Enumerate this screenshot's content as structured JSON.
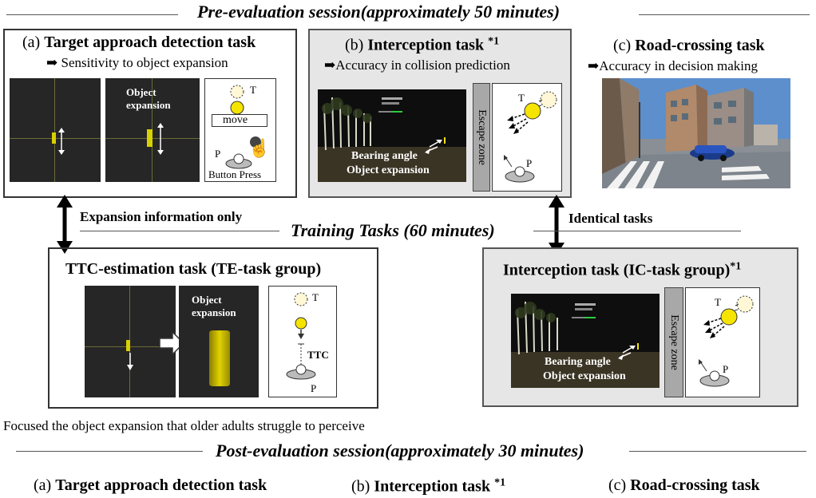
{
  "pre_session": {
    "title": "Pre-evaluation session(approximately 50 minutes)"
  },
  "panel_a": {
    "prefix": "(a)",
    "title": "Target approach detection task",
    "subtitle": "Sensitivity to object expansion",
    "object_expansion": "Object expansion",
    "t_label": "T",
    "move_label": "move",
    "p_label": "P",
    "button_label": "Button Press"
  },
  "panel_b": {
    "prefix": "(b)",
    "title": "Interception task",
    "note": "*1",
    "subtitle": "Accuracy in collision prediction",
    "bearing": "Bearing angle",
    "expansion": "Object expansion",
    "escape_zone": "Escape zone",
    "t_label": "T",
    "p_label": "P"
  },
  "panel_c": {
    "prefix": "(c)",
    "title": "Road-crossing task",
    "subtitle": "Accuracy in decision making"
  },
  "links": {
    "left": "Expansion information only",
    "right": "Identical tasks"
  },
  "training": {
    "title": "Training Tasks (60 minutes)"
  },
  "panel_te": {
    "title": "TTC-estimation task (TE-task group)",
    "object_expansion": "Object expansion",
    "t_label": "T",
    "ttc_label": "TTC",
    "p_label": "P"
  },
  "panel_ic": {
    "title": "Interception task (IC-task group)",
    "note": "*1",
    "bearing": "Bearing angle",
    "expansion": "Object expansion",
    "escape_zone": "Escape zone",
    "t_label": "T",
    "p_label": "P"
  },
  "footnote": "Focused the object expansion that older adults struggle to perceive",
  "post_session": {
    "title": "Post-evaluation session(approximately 30 minutes)"
  },
  "post_items": {
    "a_prefix": "(a)",
    "a_title": "Target approach detection task",
    "b_prefix": "(b)",
    "b_title": "Interception task",
    "b_note": "*1",
    "c_prefix": "(c)",
    "c_title": "Road-crossing task"
  },
  "colors": {
    "yellow": "#f5e400",
    "dark_panel": "#262626",
    "gray_panel": "#e6e6e6",
    "arrow": "#000000"
  },
  "icons": [
    "right-arrow-icon",
    "hand-pointer-icon",
    "double-arrow-icon"
  ]
}
